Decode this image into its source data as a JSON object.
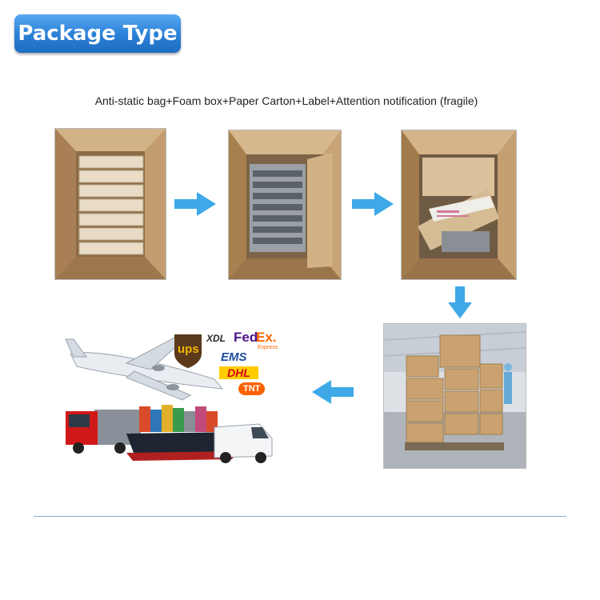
{
  "header": {
    "title": "Package Type"
  },
  "caption": "Anti-static bag+Foam box+Paper Carton+Label+Attention notification (fragile)",
  "carriers": {
    "ups": "ups",
    "xdl": "XDL",
    "fedex_fed": "Fed",
    "fedex_ex": "Ex.",
    "fedex_express": "Express",
    "ems": "EMS",
    "dhl": "DHL",
    "tnt": "TNT"
  },
  "colors": {
    "accent_blue": "#2a7fd6",
    "arrow_blue": "#3fa9e8",
    "cardboard": "#c9a77c",
    "ups_brown": "#5a3a1a",
    "ups_gold": "#f2b705",
    "fedex_purple": "#4d148c",
    "fedex_orange": "#ff6600",
    "dhl_red": "#d40511",
    "dhl_yellow": "#ffcc00",
    "tnt_orange": "#ff6200"
  }
}
